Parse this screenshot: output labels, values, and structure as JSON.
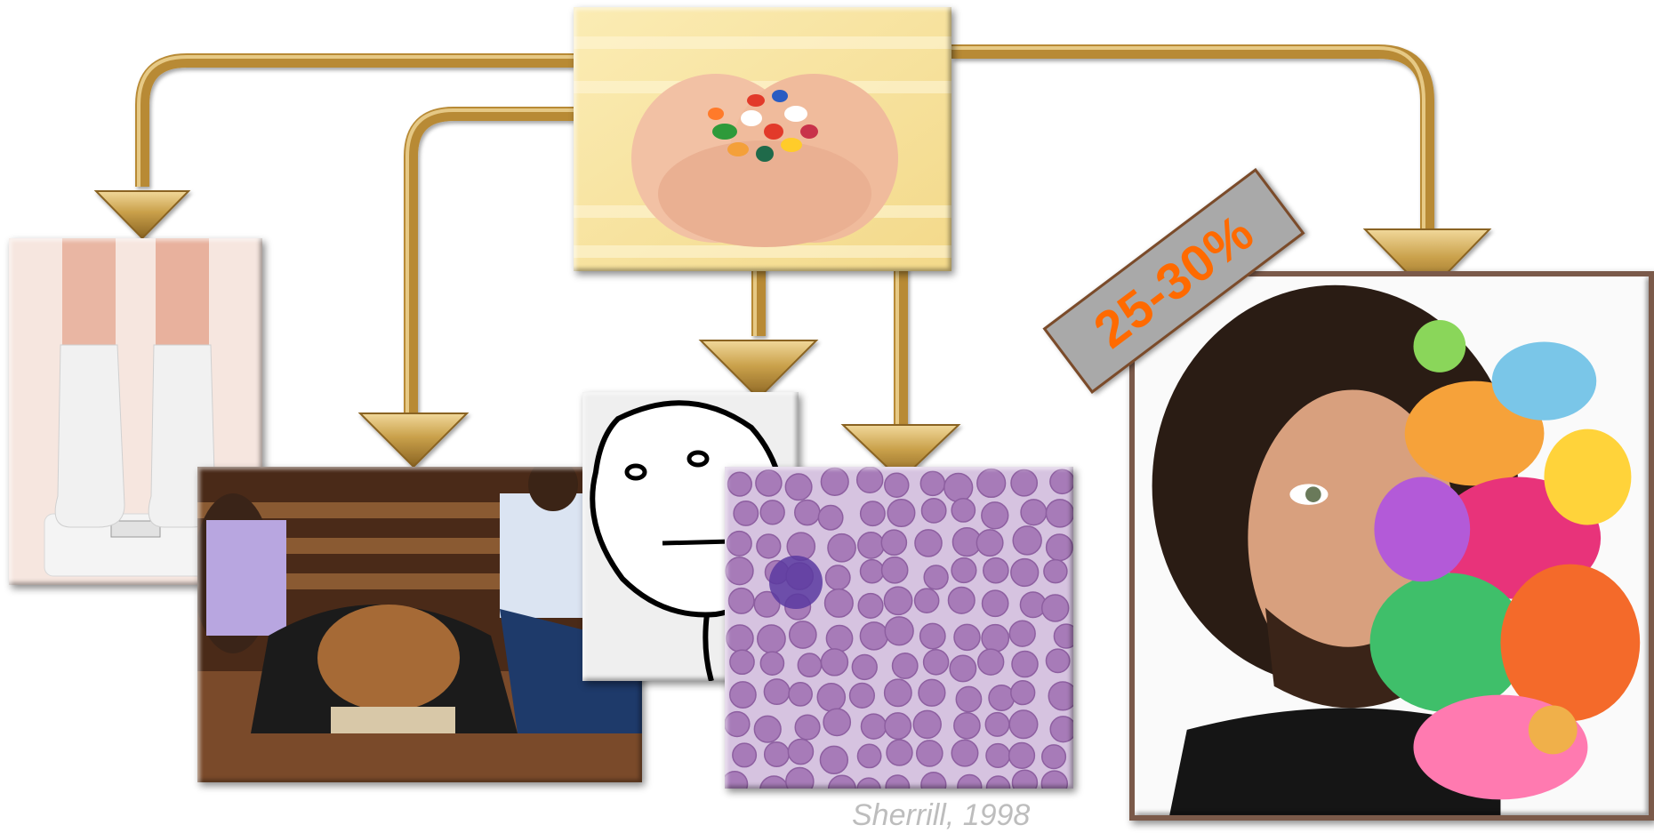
{
  "badge": {
    "text": "25-30%",
    "text_color": "#ff6a00",
    "background": "#a9a9a9"
  },
  "citation": {
    "text": "Sherrill, 1998"
  },
  "arrow_color": "#c9a04a",
  "images": [
    {
      "name": "pills-in-hands-photo"
    },
    {
      "name": "feet-on-scale-photo"
    },
    {
      "name": "sleeping-student-photo"
    },
    {
      "name": "poker-face-meme"
    },
    {
      "name": "blood-smear-photo"
    },
    {
      "name": "psychedelic-man-photo"
    }
  ]
}
